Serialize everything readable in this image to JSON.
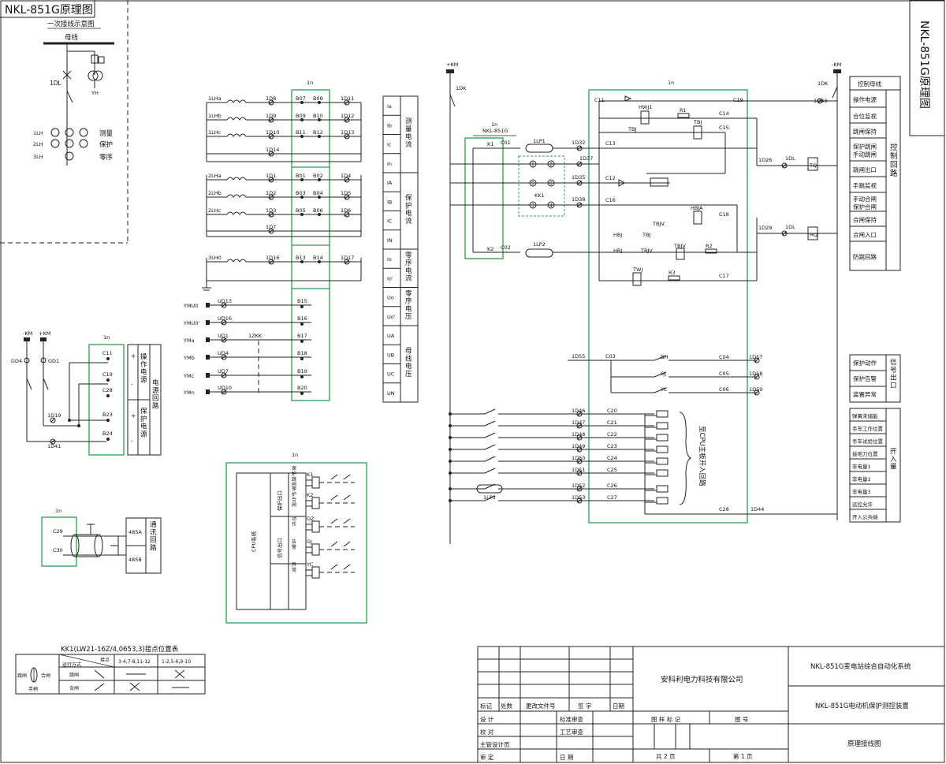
{
  "title": "NKL-851G原理图",
  "primary": {
    "heading": "一次接线示意图",
    "busbar": "母线",
    "breaker": "1DL",
    "vt": "YH",
    "ct_rows": [
      {
        "ct": "1LH",
        "label": "测量"
      },
      {
        "ct": "2LH",
        "label": "保护"
      },
      {
        "ct": "3LH",
        "label": "零序"
      }
    ]
  },
  "ac_inputs": {
    "device": "1n",
    "rows": [
      {
        "ct": "1LHa",
        "term": "1D8",
        "p1": "B07",
        "p2": "B08",
        "out": "1D11"
      },
      {
        "ct": "1LHb",
        "term": "1D9",
        "p1": "B09",
        "p2": "B10",
        "out": "1D12"
      },
      {
        "ct": "1LHc",
        "term": "1D10",
        "p1": "B11",
        "p2": "B12",
        "out": "1D13"
      },
      {
        "ct": "",
        "term": "1D14",
        "p1": "",
        "p2": "",
        "out": ""
      },
      {
        "ct": "2LHa",
        "term": "1D1",
        "p1": "B01",
        "p2": "B02",
        "out": "1D4"
      },
      {
        "ct": "2LHb",
        "term": "1D2",
        "p1": "B03",
        "p2": "B04",
        "out": "1D5"
      },
      {
        "ct": "2LHc",
        "term": "1D3",
        "p1": "B05",
        "p2": "B06",
        "out": "1D6"
      },
      {
        "ct": "",
        "term": "1D7",
        "p1": "",
        "p2": "",
        "out": ""
      },
      {
        "ct": "3LH0",
        "term": "1D16",
        "p1": "B13",
        "p2": "B14",
        "out": "1D17"
      }
    ],
    "voltages": [
      {
        "name": "YMU0",
        "term": "UD13",
        "pin": "B15"
      },
      {
        "name": "YMU0'",
        "term": "UD16",
        "pin": "B16"
      },
      {
        "name": "YMa",
        "term": "UD1",
        "pin": "B17"
      },
      {
        "name": "YMb",
        "term": "UD4",
        "pin": "B18"
      },
      {
        "name": "YMc",
        "term": "UD7",
        "pin": "B19"
      },
      {
        "name": "YMn",
        "term": "UD10",
        "pin": "B20"
      }
    ],
    "switch": "1ZKK",
    "signal_table": [
      {
        "sig": "Ia",
        "group": ""
      },
      {
        "sig": "Ib",
        "group": "测量电流"
      },
      {
        "sig": "Ic",
        "group": ""
      },
      {
        "sig": "In",
        "group": ""
      },
      {
        "sig": "IA",
        "group": ""
      },
      {
        "sig": "IB",
        "group": "保护电流"
      },
      {
        "sig": "IC",
        "group": ""
      },
      {
        "sig": "IN",
        "group": ""
      },
      {
        "sig": "Io",
        "group": "零序电流"
      },
      {
        "sig": "Io'",
        "group": ""
      },
      {
        "sig": "Uo",
        "group": "零序电压"
      },
      {
        "sig": "Uo'",
        "group": ""
      },
      {
        "sig": "UA",
        "group": ""
      },
      {
        "sig": "UB",
        "group": "母线电压"
      },
      {
        "sig": "UC",
        "group": ""
      },
      {
        "sig": "UN",
        "group": ""
      }
    ]
  },
  "power": {
    "device": "1n",
    "km_minus": "-KM",
    "km_plus": "+KM",
    "fuse_left": "GD4",
    "fuse_right": "GD1",
    "pins": [
      "C11",
      "C19",
      "C28",
      "B23",
      "B24"
    ],
    "terms": [
      "1D19",
      "1D41"
    ],
    "signs": [
      "+",
      "-",
      "+",
      "-"
    ],
    "labels": [
      "操作电源",
      "保护电源",
      "电源回路"
    ]
  },
  "comm": {
    "device": "1n",
    "pins": [
      "C29",
      "C30"
    ],
    "ports": [
      "485A",
      "485B"
    ],
    "label": "通讯回路"
  },
  "cpu": {
    "device": "1n",
    "label": "CPU系统",
    "groups": [
      "保护出口",
      "信号出口"
    ],
    "outputs": [
      {
        "name": "保护跳闸",
        "relay": "K1"
      },
      {
        "name": "保护合闸",
        "relay": "K2"
      },
      {
        "name": "动作",
        "relay": "DZ"
      },
      {
        "name": "告警",
        "relay": "GJ"
      },
      {
        "name": "异常",
        "relay": "YC"
      }
    ]
  },
  "control": {
    "device": "1n",
    "km_plus": "+KM",
    "km_minus": "-KM",
    "dk_left": "1DK",
    "dk_right": "1DK",
    "device_model": "NKL-851G",
    "sub_device": "1n",
    "pins": [
      "C01",
      "C02",
      "C11",
      "C12",
      "C13",
      "C14",
      "C15",
      "C16",
      "C17",
      "C18",
      "C19"
    ],
    "terms": [
      "1D32",
      "1D37",
      "1D35",
      "1D38",
      "1D26",
      "1D29",
      "1D43"
    ],
    "links": [
      "1LP1",
      "1LP2"
    ],
    "kk": "KK1",
    "kk_nums": [
      "1",
      "2",
      "5",
      "6",
      "3",
      "4"
    ],
    "relays": [
      "HWJ1",
      "TBJ",
      "TBJ",
      "HBJA",
      "HBJ",
      "TBJ",
      "HBJ",
      "TBJV",
      "TBJV",
      "TWJ",
      "TBJV"
    ],
    "resistors": [
      "R1",
      "R2",
      "R3"
    ],
    "coils": [
      "TQ",
      "HQ"
    ],
    "dl": [
      "1DL",
      "1DL"
    ],
    "k_labels": [
      "K1",
      "K2"
    ],
    "table_title": "控制母线",
    "table_items": [
      "操作电源",
      "合位监视",
      "跳闸保持",
      "保护跳闸手动跳闸",
      "跳闸出口",
      "手跳监视",
      "手动合闸保护合闸",
      "合闸保持",
      "合闸入口",
      "防跳回路"
    ],
    "table_group": "控制回路"
  },
  "signals": {
    "in_term": "1D55",
    "pin_in": "C03",
    "rows": [
      {
        "relay": "BH",
        "pin": "C04",
        "term": "1D57"
      },
      {
        "relay": "GJ",
        "pin": "C05",
        "term": "1D58"
      },
      {
        "relay": "YC",
        "pin": "C06",
        "term": "1D59"
      }
    ],
    "table_items": [
      "保护动作",
      "保护告警",
      "装置异常"
    ],
    "table_group": "信号出口"
  },
  "binary_inputs": {
    "rows": [
      {
        "term": "1D46",
        "pin": "C20"
      },
      {
        "term": "1D47",
        "pin": "C21"
      },
      {
        "term": "1D48",
        "pin": "C22"
      },
      {
        "term": "1D49",
        "pin": "C23"
      },
      {
        "term": "1D50",
        "pin": "C24"
      },
      {
        "term": "1D51",
        "pin": "C25"
      },
      {
        "term": "1D52",
        "pin": "C26"
      },
      {
        "term": "1D53",
        "pin": "C27"
      }
    ],
    "link": "1LP3",
    "common_pin": "C28",
    "common_term": "1D44",
    "brace_label": "至CPU主板开入回路",
    "table_items": [
      "弹簧未储能",
      "手车工作位置",
      "手车试验位置",
      "接地刀位置",
      "非电量1",
      "非电量2",
      "非电量3",
      "远控允许",
      "开入公共端"
    ],
    "table_group": "开入量"
  },
  "kk_table": {
    "title": "KK1(LW21-16Z/4,0653,3)接点位置表",
    "handle": [
      "跳闸",
      "合闸",
      "手柄"
    ],
    "header_contacts": "接点",
    "header_mode": "运行方式",
    "col1": "3-4,7-8,11-12",
    "col2": "1-2,5-6,9-10",
    "rows": [
      "跳闸",
      "合闸"
    ]
  },
  "title_block": {
    "company": "安科利电力科技有限公司",
    "system": "NKL-851G变电站综合自动化系统",
    "product": "NKL-851G电动机保护测控装置",
    "drawing": "原理接线图",
    "rev_headers": [
      "标记",
      "处数",
      "更改文件号",
      "签  字",
      "日期"
    ],
    "roles": [
      "设    计",
      "校    对",
      "主管设计员",
      "审    定"
    ],
    "reviews": [
      "标准审查",
      "工艺审查",
      "日  期"
    ],
    "sheet_labels": [
      "图 样 标 记",
      "图    号"
    ],
    "total": "共  2  页",
    "page": "第  1  页"
  }
}
